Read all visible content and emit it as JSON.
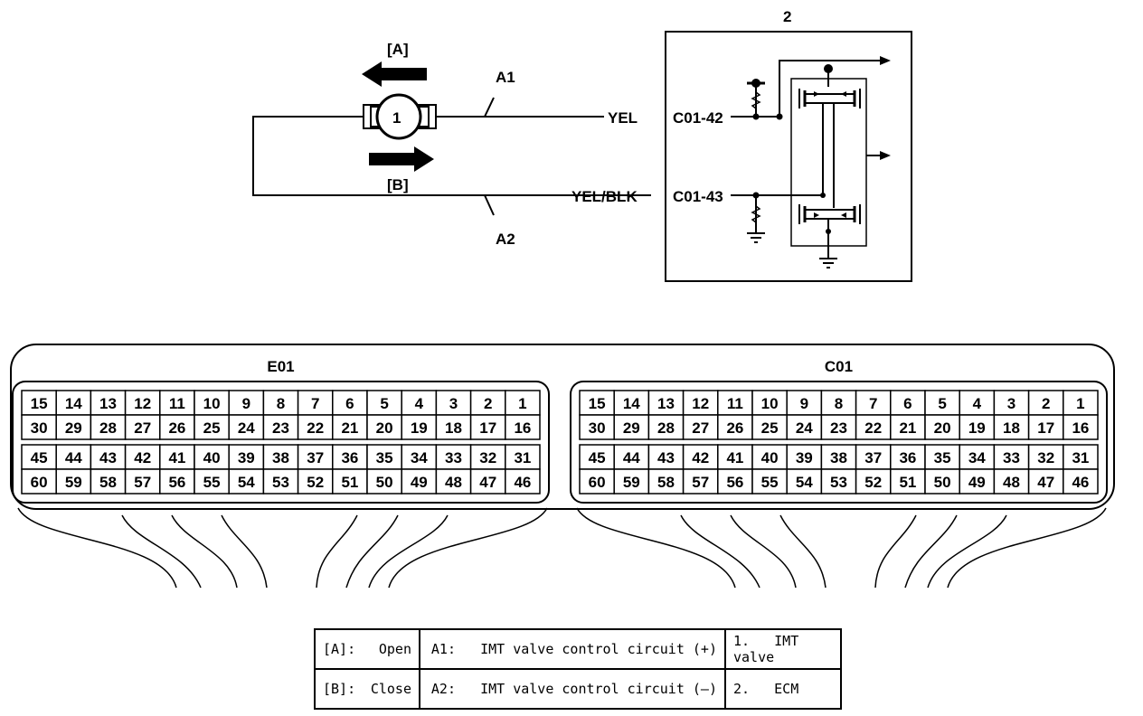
{
  "diagram": {
    "label_open": "[A]",
    "label_close": "[B]",
    "valve_number": "1",
    "ecm_number": "2",
    "wire_a1": "A1",
    "wire_a2": "A2",
    "color_a1": "YEL",
    "color_a2": "YEL/BLK",
    "terminal_a1": "C01-42",
    "terminal_a2": "C01-43"
  },
  "connectors": [
    {
      "name": "E01",
      "rows": [
        [
          "15",
          "14",
          "13",
          "12",
          "11",
          "10",
          "9",
          "8",
          "7",
          "6",
          "5",
          "4",
          "3",
          "2",
          "1"
        ],
        [
          "30",
          "29",
          "28",
          "27",
          "26",
          "25",
          "24",
          "23",
          "22",
          "21",
          "20",
          "19",
          "18",
          "17",
          "16"
        ],
        [
          "45",
          "44",
          "43",
          "42",
          "41",
          "40",
          "39",
          "38",
          "37",
          "36",
          "35",
          "34",
          "33",
          "32",
          "31"
        ],
        [
          "60",
          "59",
          "58",
          "57",
          "56",
          "55",
          "54",
          "53",
          "52",
          "51",
          "50",
          "49",
          "48",
          "47",
          "46"
        ]
      ]
    },
    {
      "name": "C01",
      "rows": [
        [
          "15",
          "14",
          "13",
          "12",
          "11",
          "10",
          "9",
          "8",
          "7",
          "6",
          "5",
          "4",
          "3",
          "2",
          "1"
        ],
        [
          "30",
          "29",
          "28",
          "27",
          "26",
          "25",
          "24",
          "23",
          "22",
          "21",
          "20",
          "19",
          "18",
          "17",
          "16"
        ],
        [
          "45",
          "44",
          "43",
          "42",
          "41",
          "40",
          "39",
          "38",
          "37",
          "36",
          "35",
          "34",
          "33",
          "32",
          "31"
        ],
        [
          "60",
          "59",
          "58",
          "57",
          "56",
          "55",
          "54",
          "53",
          "52",
          "51",
          "50",
          "49",
          "48",
          "47",
          "46"
        ]
      ]
    }
  ],
  "legend": {
    "row1": {
      "key": "[A]:",
      "value": "Open",
      "code": "A1:",
      "desc": "IMT valve control circuit (+)",
      "num": "1.",
      "item": "IMT valve"
    },
    "row2": {
      "key": "[B]:",
      "value": "Close",
      "code": "A2:",
      "desc": "IMT valve control circuit (–)",
      "num": "2.",
      "item": "ECM"
    }
  }
}
